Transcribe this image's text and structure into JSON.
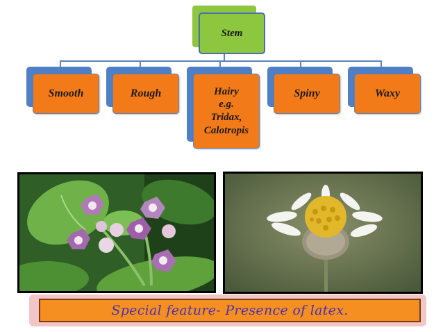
{
  "root": {
    "label": "Stem"
  },
  "children": [
    {
      "label": "Smooth"
    },
    {
      "label": "Rough"
    },
    {
      "label_lines": [
        "Hairy",
        "e.g.",
        "Tridax,",
        "Calotropis"
      ]
    },
    {
      "label": "Spiny"
    },
    {
      "label": "Waxy"
    }
  ],
  "banner": {
    "text": "Special feature- Presence of latex."
  },
  "colors": {
    "root": "#8dc63f",
    "node_front": "#f37a19",
    "node_back": "#4f7fc5",
    "banner": "#f58f22",
    "banner_text": "#4a2fb0"
  }
}
